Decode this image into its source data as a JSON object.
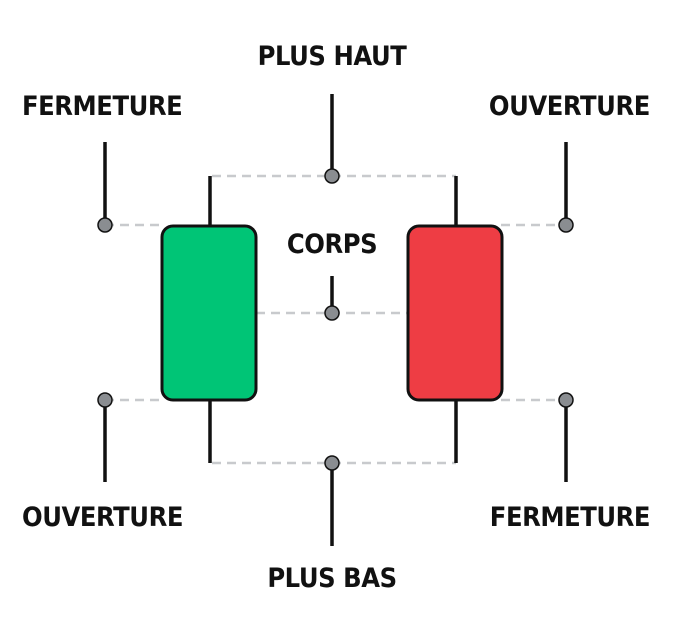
{
  "labels": {
    "high": "PLUS HAUT",
    "low": "PLUS BAS",
    "body": "CORPS",
    "bull_close": "FERMETURE",
    "bull_open": "OUVERTURE",
    "bear_open": "OUVERTURE",
    "bear_close": "FERMETURE"
  },
  "colors": {
    "bullish_body": "#00c576",
    "bearish_body": "#ee3d44",
    "outline": "#111111",
    "marker": "#8a8d91",
    "guide": "#c8cacd"
  }
}
